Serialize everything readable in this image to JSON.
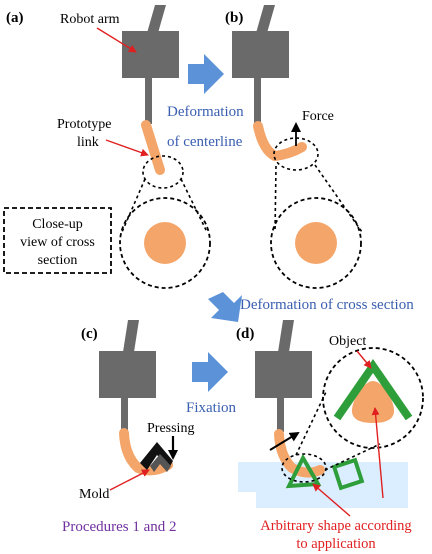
{
  "panels": {
    "a": "(a)",
    "b": "(b)",
    "c": "(c)",
    "d": "(d)"
  },
  "labels": {
    "robot_arm": "Robot arm",
    "prototype_link_line1": "Prototype",
    "prototype_link_line2": "link",
    "closeup_line1": "Close-up",
    "closeup_line2": "view of cross",
    "closeup_line3": "section",
    "deformation_centerline_line1": "Deformation",
    "deformation_centerline_line2": "of centerline",
    "force": "Force",
    "deformation_cross_section": "Deformation of cross section",
    "pressing": "Pressing",
    "mold": "Mold",
    "fixation": "Fixation",
    "procedures": "Procedures 1 and 2",
    "object": "Object",
    "arbitrary_line1": "Arbitrary shape according",
    "arbitrary_line2": "to application"
  },
  "colors": {
    "arm_gray": "#6a6a6a",
    "link_orange": "#f4a66a",
    "arrow_blue": "#5b92d8",
    "label_blue": "#3a5fb0",
    "label_red": "#e02020",
    "label_purple": "#7030a0",
    "green": "#2e9e3a",
    "table_blue": "#dbeeff"
  }
}
